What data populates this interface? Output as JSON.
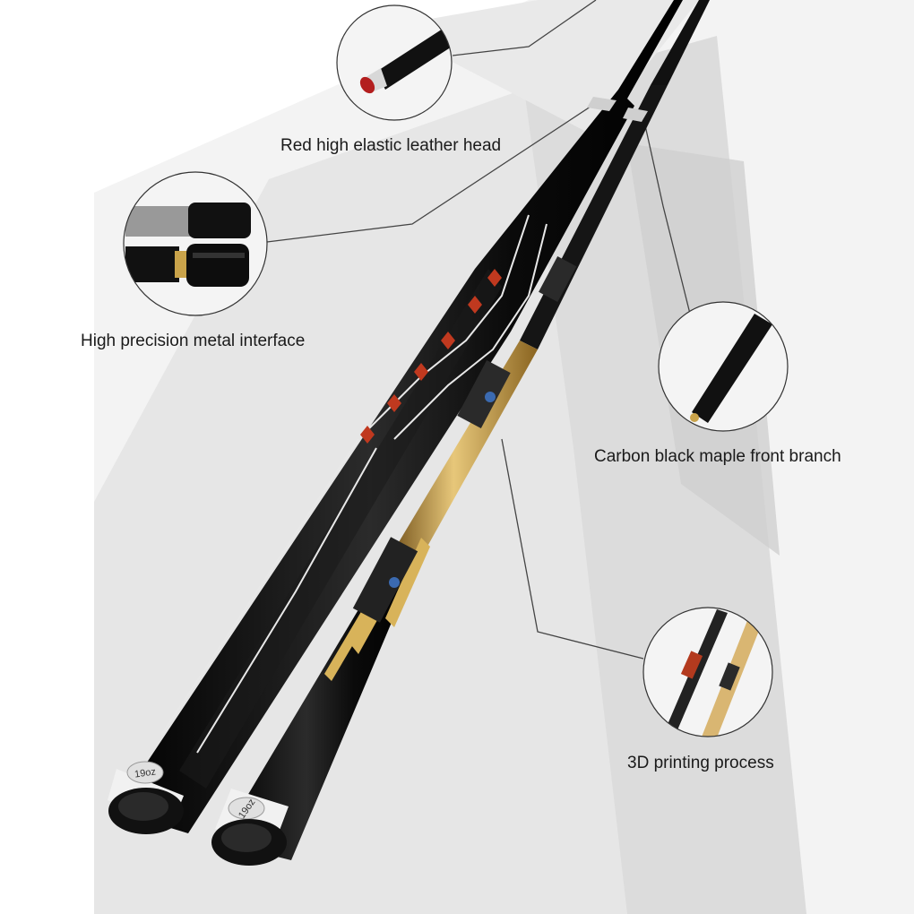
{
  "callouts": {
    "leather_head": "Red high elastic leather head",
    "metal_interface": "High precision metal interface",
    "front_branch": "Carbon black maple front branch",
    "printing": "3D printing process"
  },
  "cue_weight_left": "19oz",
  "cue_weight_right": "19oz",
  "colors": {
    "background_light": "#f2f2f2",
    "background_shape": "#d9d9d9",
    "cue_black": "#111111",
    "inlay_gold": "#d8b35a",
    "inlay_red": "#c0391f",
    "ring_white": "#f1f1f1"
  }
}
